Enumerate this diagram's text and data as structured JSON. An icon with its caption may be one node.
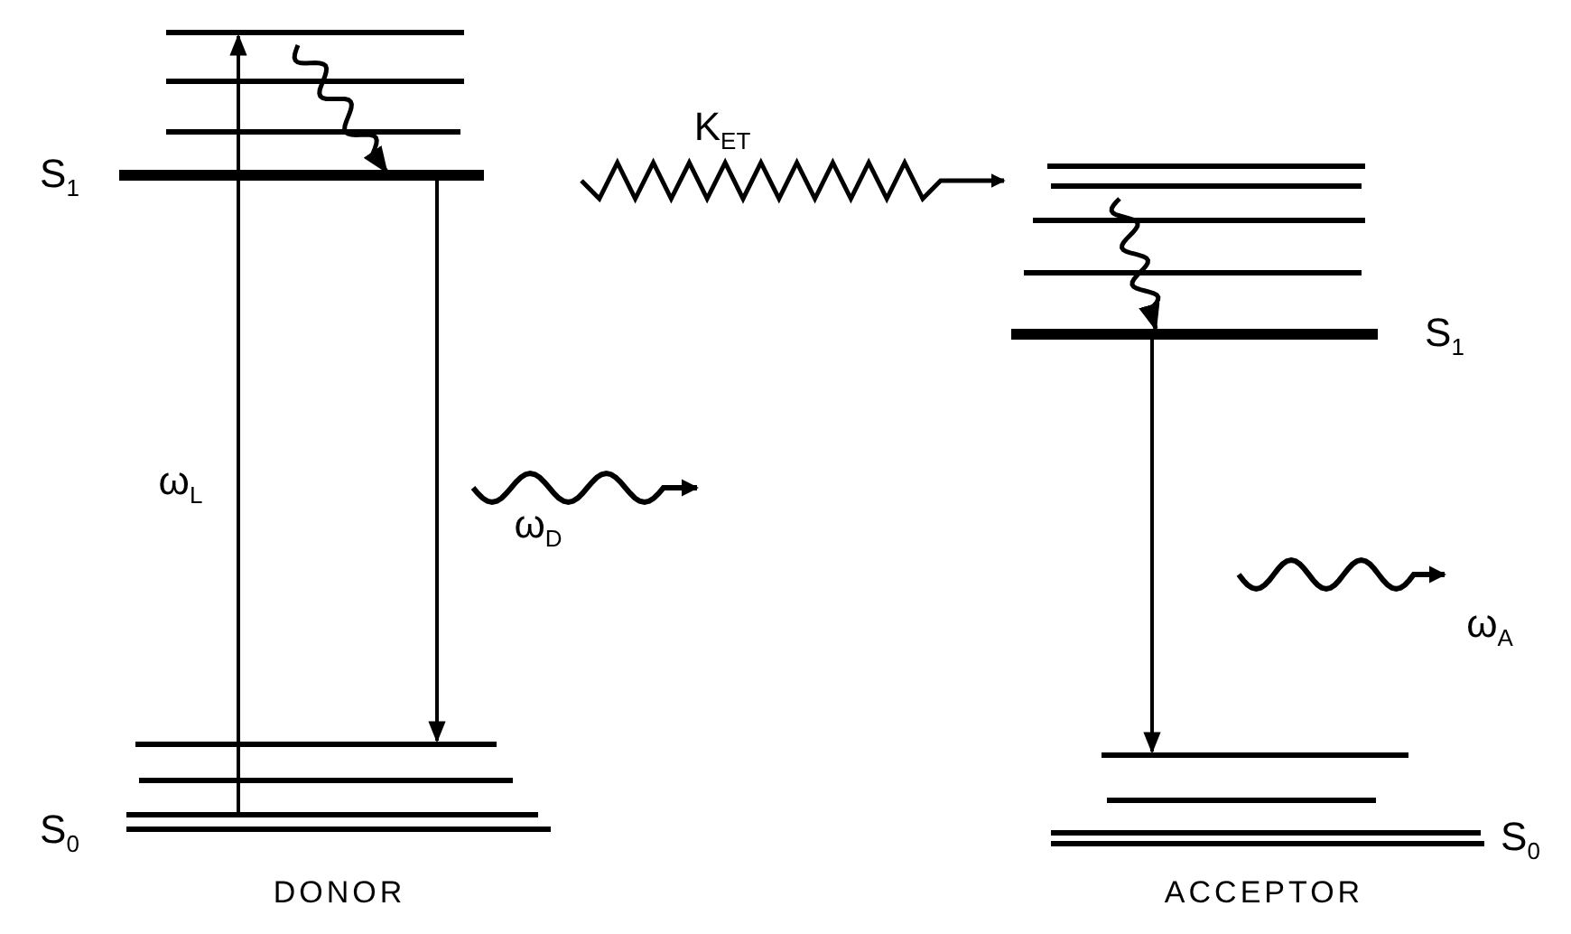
{
  "diagram": {
    "labels": [
      "K$_{ET}$",
      "S$_{1}$",
      "S$_{1}$",
      "ω$_{L}$",
      "ω$_{D}$",
      "ω$_{A}$",
      "S$_{0}$",
      "S$_{0}$",
      "DONOR",
      "ACCEPTOR"
    ]
  }
}
